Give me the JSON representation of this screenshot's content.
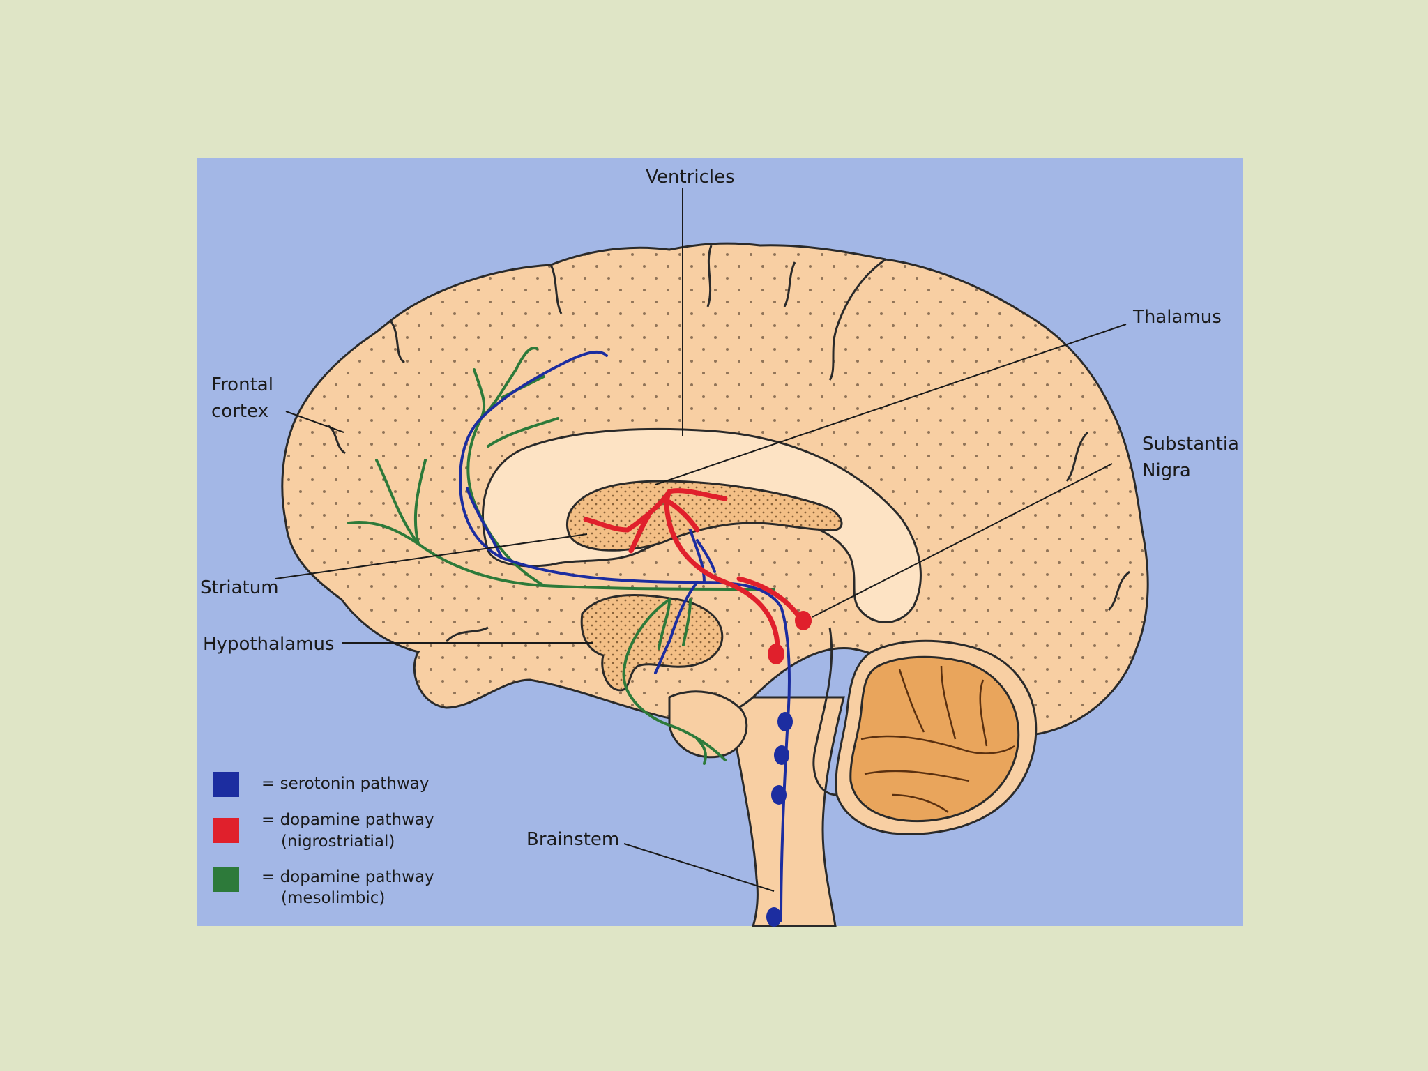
{
  "colors": {
    "page_background": "#dfe5c6",
    "panel_background": "#a3b7e6",
    "brain_fill": "#f8cfa3",
    "brain_inner": "#fde3c4",
    "cerebellum_fill": "#e9a55c",
    "serotonin": "#1c2da0",
    "dopamine_nigrostriatal": "#e0202c",
    "dopamine_mesolimbic": "#2d7a3a",
    "outline": "#2a2a2a"
  },
  "labels": {
    "ventricles": "Ventricles",
    "thalamus": "Thalamus",
    "frontal_cortex_line1": "Frontal",
    "frontal_cortex_line2": "cortex",
    "substantia_nigra_line1": "Substantia",
    "substantia_nigra_line2": "Nigra",
    "striatum": "Striatum",
    "hypothalamus": "Hypothalamus",
    "brainstem": "Brainstem"
  },
  "legend": [
    {
      "color_key": "serotonin",
      "line1": "= serotonin pathway",
      "line2": ""
    },
    {
      "color_key": "dopamine_nigrostriatal",
      "line1": "= dopamine pathway",
      "line2": "(nigrostriatial)"
    },
    {
      "color_key": "dopamine_mesolimbic",
      "line1": "= dopamine pathway",
      "line2": "(mesolimbic)"
    }
  ]
}
